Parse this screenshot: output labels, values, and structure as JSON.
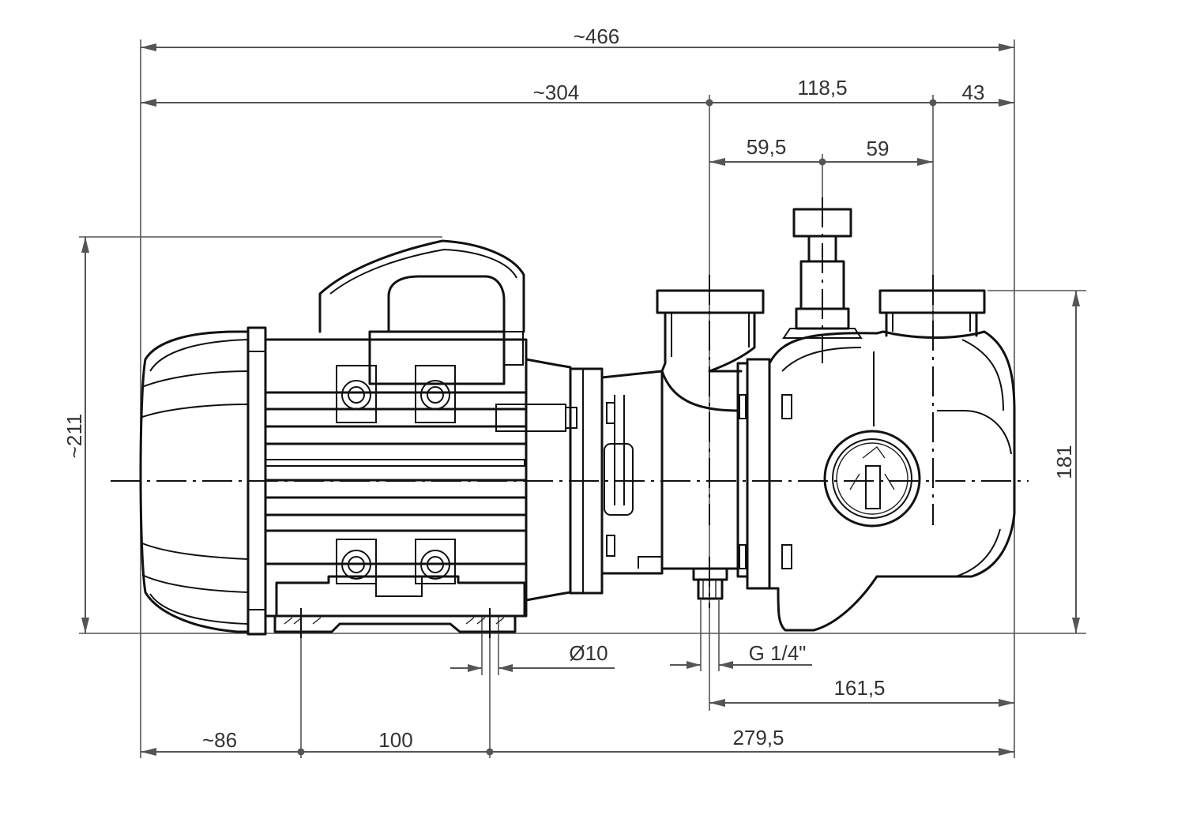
{
  "drawing": {
    "dimensions": {
      "overall_length": "~466",
      "motor_length": "~304",
      "pump_section": "118,5",
      "outlet_offset": "43",
      "suction_to_axis": "59,5",
      "axis_to_discharge": "59",
      "overall_height": "~211",
      "port_height": "181",
      "bolt_hole": "Ø10",
      "drain_thread": "G 1/4\"",
      "suction_to_end": "161,5",
      "end_to_foot": "~86",
      "foot_spacing": "100",
      "foot_to_end": "279,5"
    },
    "colors": {
      "line": "#111111",
      "dimension": "#555555",
      "background": "#ffffff"
    }
  }
}
